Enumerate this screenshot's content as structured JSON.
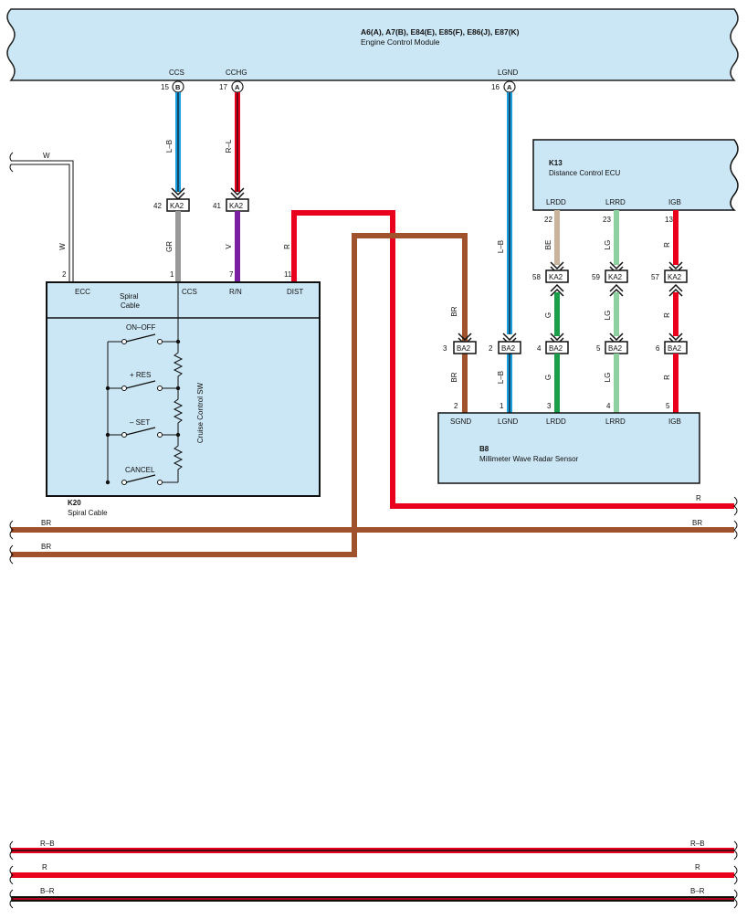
{
  "ecm": {
    "code": "A6(A), A7(B), E84(E), E85(F), E86(J), E87(K)",
    "name": "Engine Control Module",
    "pins": [
      {
        "signal": "CCS",
        "num": "15",
        "conn": "B",
        "wire": "L–B",
        "jc_pin": "42",
        "jc": "KA2"
      },
      {
        "signal": "CCHG",
        "num": "17",
        "conn": "A",
        "wire": "R–L",
        "jc_pin": "41",
        "jc": "KA2"
      },
      {
        "signal": "LGND",
        "num": "16",
        "conn": "A",
        "wire": "L–B"
      }
    ]
  },
  "spiral": {
    "code": "K20",
    "name": "Spiral Cable",
    "inner_label": "Spiral\nCable",
    "sw_label": "Cruise Control SW",
    "switches": [
      "ON–OFF",
      "+ RES",
      "– SET",
      "CANCEL"
    ],
    "pins": [
      {
        "signal": "ECC",
        "num": "2",
        "wire": "W"
      },
      {
        "signal": "CCS",
        "num": "1",
        "wire": "GR"
      },
      {
        "signal": "R/N",
        "num": "7",
        "wire": "V"
      },
      {
        "signal": "DIST",
        "num": "11",
        "wire": "R"
      }
    ],
    "w_left_label": "W"
  },
  "dce": {
    "code": "K13",
    "name": "Distance Control ECU",
    "pins": [
      {
        "signal": "LRDD",
        "num": "22",
        "wire_top": "BE",
        "jc_pin": "58",
        "jc": "KA2",
        "wire_mid": "G",
        "ba_pin": "4",
        "ba": "BA2",
        "wire_low": "G",
        "sensor_pin": "3"
      },
      {
        "signal": "LRRD",
        "num": "23",
        "wire_top": "LG",
        "jc_pin": "59",
        "jc": "KA2",
        "wire_mid": "LG",
        "ba_pin": "5",
        "ba": "BA2",
        "wire_low": "LG",
        "sensor_pin": "4"
      },
      {
        "signal": "IGB",
        "num": "13",
        "wire_top": "R",
        "jc_pin": "57",
        "jc": "KA2",
        "wire_mid": "R",
        "ba_pin": "6",
        "ba": "BA2",
        "wire_low": "R",
        "sensor_pin": "5"
      }
    ]
  },
  "radar": {
    "code": "B8",
    "name": "Millimeter Wave Radar Sensor",
    "pins": [
      {
        "signal": "SGND",
        "num": "2",
        "wire_up": "BR",
        "ba_pin": "3",
        "ba": "BA2",
        "wire_low": "BR"
      },
      {
        "signal": "LGND",
        "num": "1",
        "wire_up": "L–B",
        "ba_pin": "2",
        "ba": "BA2",
        "wire_low": "L–B"
      },
      {
        "signal": "LRDD",
        "num": "3"
      },
      {
        "signal": "LRRD",
        "num": "4"
      },
      {
        "signal": "IGB",
        "num": "5"
      }
    ]
  },
  "buses": {
    "r_right": "R",
    "br_right": "BR",
    "br_left_1": "BR",
    "br_left_2": "BR",
    "bottom": [
      {
        "left": "R–B",
        "right": "R–B"
      },
      {
        "left": "R",
        "right": "R"
      },
      {
        "left": "B–R",
        "right": "B–R"
      }
    ]
  },
  "colors": {
    "box_fill": "#cbe6f4",
    "red": "#e8001c",
    "brown": "#a0522d",
    "blue": "#1aa0e0",
    "gray": "#999999",
    "violet": "#7a1fa2",
    "green": "#1a9e4a",
    "light_green": "#8fd0a0",
    "beige": "#c8b49a"
  }
}
